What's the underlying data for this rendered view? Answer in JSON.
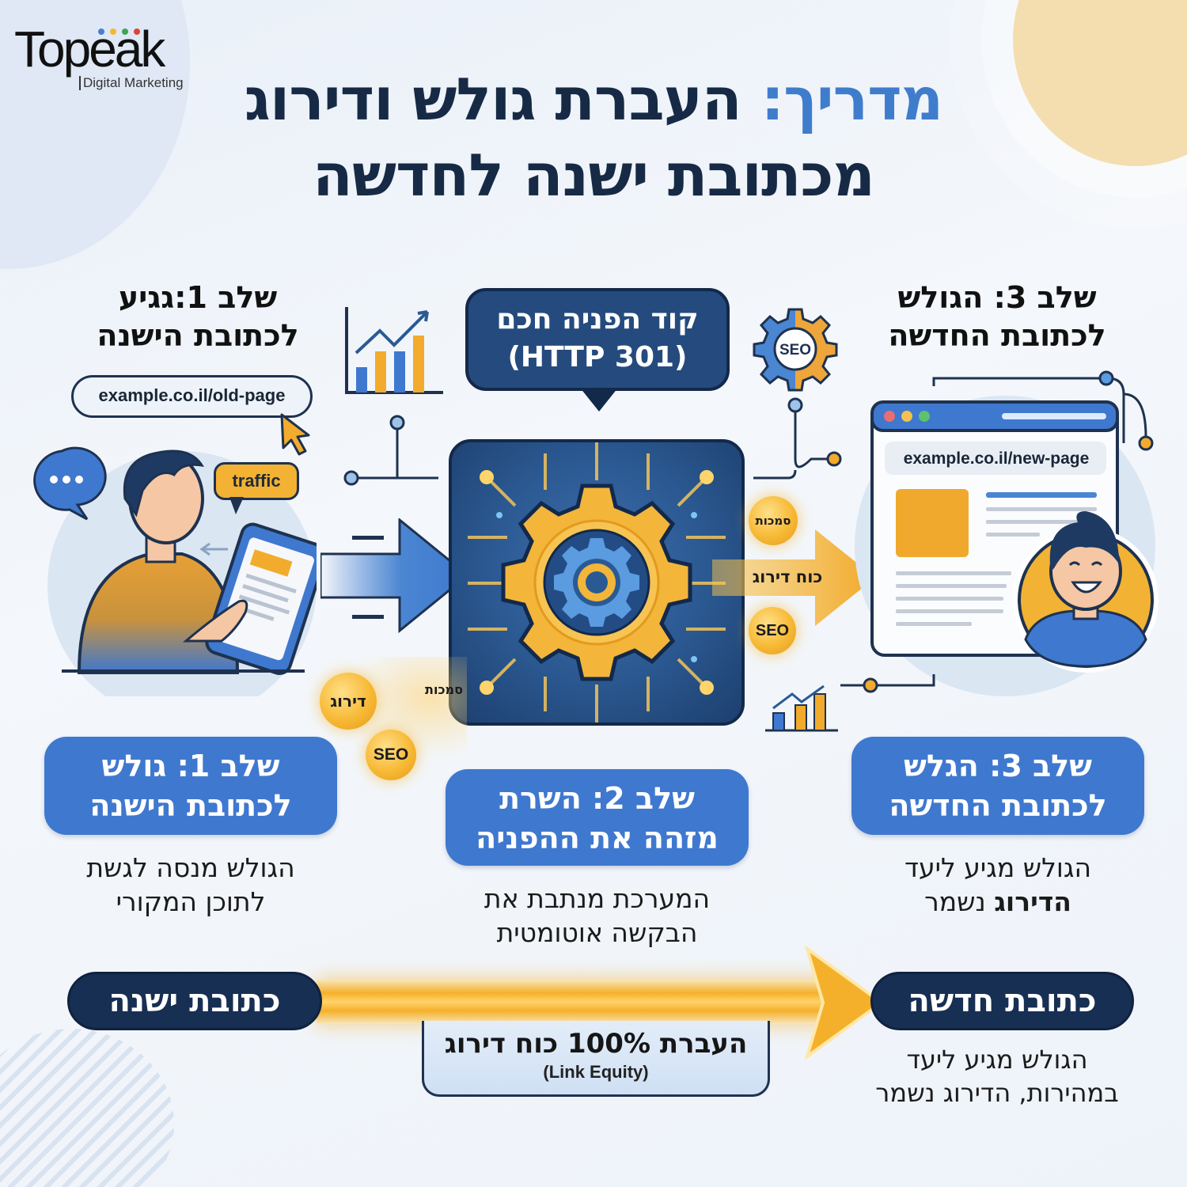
{
  "brand": {
    "logo_text": "Topeak",
    "logo_subtitle": "Digital Marketing",
    "logo_dot_colors": [
      "#4a7fd0",
      "#f2b833",
      "#3aa657",
      "#d8453c"
    ]
  },
  "title": {
    "accent": "מדריך:",
    "line1_rest": "העברת גולש ודירוג",
    "line2": "מכתובת ישנה לחדשה"
  },
  "top_steps": [
    {
      "line1": "שלב 1:גגיע",
      "line2": "לכתובת הישנה"
    },
    {
      "line1": "שלב 3: הגולש",
      "line2": "לכתובת החדשה"
    }
  ],
  "code_bubble": {
    "line1": "קוד הפניה חכם",
    "line2": "(HTTP 301)"
  },
  "urls": {
    "old": "example.co.il/old-page",
    "new": "example.co.il/new-page"
  },
  "badges": {
    "traffic": "traffic",
    "seo_gear": "SEO"
  },
  "right_arrow": {
    "label": "כוח דירוג",
    "orb_top": "סמכות",
    "orb_bottom": "SEO"
  },
  "left_particles": {
    "orb_1": "דירוג",
    "orb_2": "SEO",
    "label": "סמכות"
  },
  "step_cards": [
    {
      "title_line1": "שלב 1: גולש",
      "title_line2": "לכתובת הישנה",
      "desc_line1": "הגולש מנסה לגשת",
      "desc_line2": "לתוכן המקורי"
    },
    {
      "title_line1": "שלב 2: השרת",
      "title_line2": "מזהה את ההפניה",
      "desc_line1": "המערכת מנתבת את",
      "desc_line2": "הבקשה אוטומטית"
    },
    {
      "title_line1": "שלב 3: הגלש",
      "title_line2": "לכתובת החדשה",
      "desc_line1": "הגולש מגיע ליעד",
      "desc_line2_bold": "הדירוג",
      "desc_line2_rest": " נשמר"
    }
  ],
  "bottom_flow": {
    "old_label": "כתובת ישנה",
    "new_label": "כתובת חדשה",
    "transfer_line1": "העברת 100% כוח דירוג",
    "transfer_line2": "(Link Equity)",
    "result_line1": "הגולש מגיע ליעד",
    "result_line2": "במהירות, הדירוג נשמר"
  },
  "colors": {
    "navy": "#172f52",
    "blue": "#3f78cf",
    "gold": "#f5b02b",
    "title_accent": "#3f7dcc"
  }
}
